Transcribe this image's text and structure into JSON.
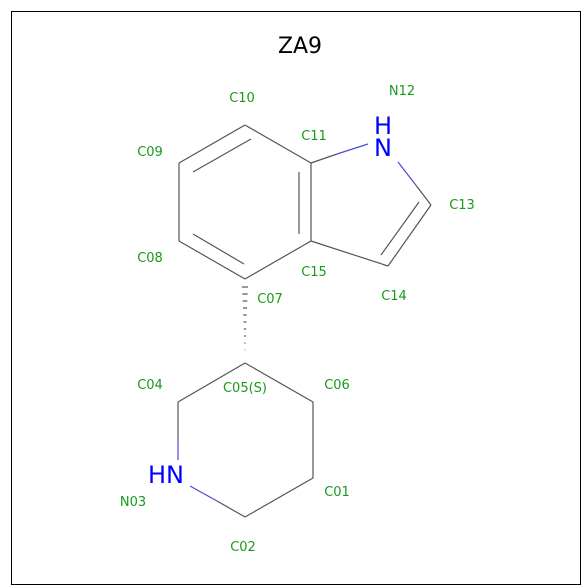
{
  "title": "ZA9",
  "colors": {
    "carbon_label": "#1a9a1a",
    "heteroatom_label": "#0000ff",
    "bond": "#555555",
    "hetero_bond": "#4b4bd6",
    "title": "#000000"
  },
  "atoms": {
    "C10": "C10",
    "N12": "N12",
    "N12_symbol": "H\nN",
    "C09": "C09",
    "C11": "C11",
    "C13": "C13",
    "C08": "C08",
    "C15": "C15",
    "C14": "C14",
    "C07": "C07",
    "C04": "C04",
    "C05": "C05(S)",
    "C06": "C06",
    "N03_symbol": "HN",
    "N03": "N03",
    "C01": "C01",
    "C02": "C02"
  }
}
